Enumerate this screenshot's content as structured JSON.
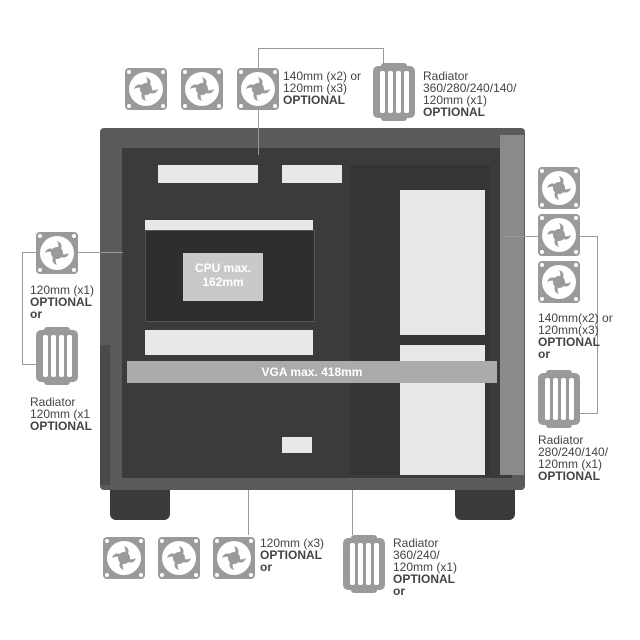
{
  "top_fans": {
    "label1": "140mm (x2) or",
    "label2": "120mm (x3)",
    "optional": "OPTIONAL"
  },
  "top_radiator": {
    "label1": "Radiator",
    "label2": "360/280/240/140/",
    "label3": "120mm (x1)",
    "optional": "OPTIONAL"
  },
  "rear_fan": {
    "label1": "120mm (x1)",
    "optional": "OPTIONAL",
    "or": "or"
  },
  "rear_radiator": {
    "label1": "Radiator",
    "label2": "120mm (x1",
    "optional": "OPTIONAL"
  },
  "front_fans": {
    "label1": "140mm(x2) or",
    "label2": "120mm(x3)",
    "optional": "OPTIONAL",
    "or": "or"
  },
  "front_radiator": {
    "label1": "Radiator",
    "label2": "280/240/140/",
    "label3": "120mm (x1)",
    "optional": "OPTIONAL"
  },
  "bottom_fans": {
    "label1": "120mm (x3)",
    "optional": "OPTIONAL",
    "or": "or"
  },
  "bottom_radiator": {
    "label1": "Radiator",
    "label2": "360/240/",
    "label3": "120mm (x1)",
    "optional": "OPTIONAL",
    "or": "or"
  },
  "cpu": {
    "label1": "CPU max.",
    "label2": "162mm"
  },
  "vga": {
    "label": "VGA max. 418mm"
  },
  "colors": {
    "icon": "#9a9a9a",
    "case": "#3b3b3b",
    "text": "#444444"
  }
}
